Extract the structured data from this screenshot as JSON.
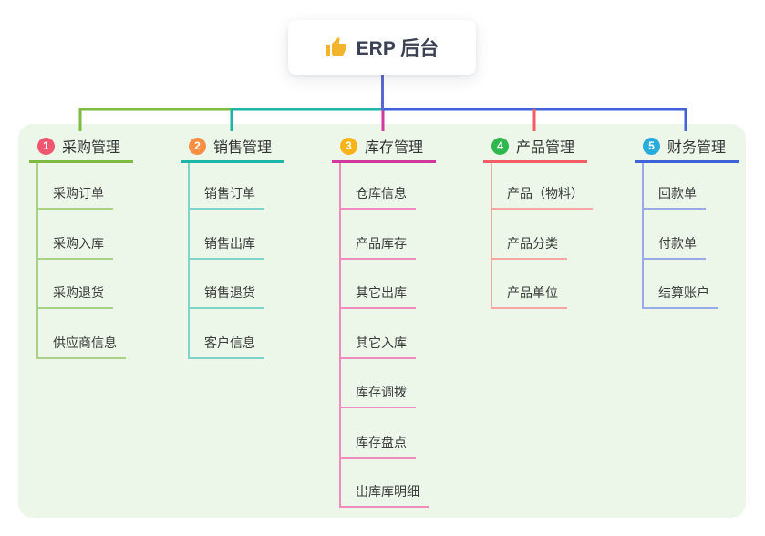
{
  "root": {
    "label": "ERP 后台",
    "icon": "thumbs-up-icon",
    "icon_color": "#f2b42c",
    "line_color": "#5a68cf"
  },
  "panel": {
    "background": "#ecf7ea"
  },
  "branches": [
    {
      "number": "1",
      "label": "采购管理",
      "badge_color": "#f0566f",
      "line_color": "#7eba40",
      "child_line_color": "#a9d287",
      "children": [
        "采购订单",
        "采购入库",
        "采购退货",
        "供应商信息"
      ]
    },
    {
      "number": "2",
      "label": "销售管理",
      "badge_color": "#f88f44",
      "line_color": "#1db5a5",
      "child_line_color": "#80d3c8",
      "children": [
        "销售订单",
        "销售出库",
        "销售退货",
        "客户信息"
      ]
    },
    {
      "number": "3",
      "label": "库存管理",
      "badge_color": "#f6b418",
      "line_color": "#d0389d",
      "child_line_color": "#f08cbe",
      "children": [
        "仓库信息",
        "产品库存",
        "其它出库",
        "其它入库",
        "库存调拨",
        "库存盘点",
        "出库库明细"
      ]
    },
    {
      "number": "4",
      "label": "产品管理",
      "badge_color": "#2eb84e",
      "line_color": "#f25e63",
      "child_line_color": "#f6a6a3",
      "children": [
        "产品（物料）",
        "产品分类",
        "产品单位"
      ]
    },
    {
      "number": "5",
      "label": "财务管理",
      "badge_color": "#29acdc",
      "line_color": "#4062d8",
      "child_line_color": "#98abe8",
      "children": [
        "回款单",
        "付款单",
        "结算账户"
      ]
    }
  ]
}
